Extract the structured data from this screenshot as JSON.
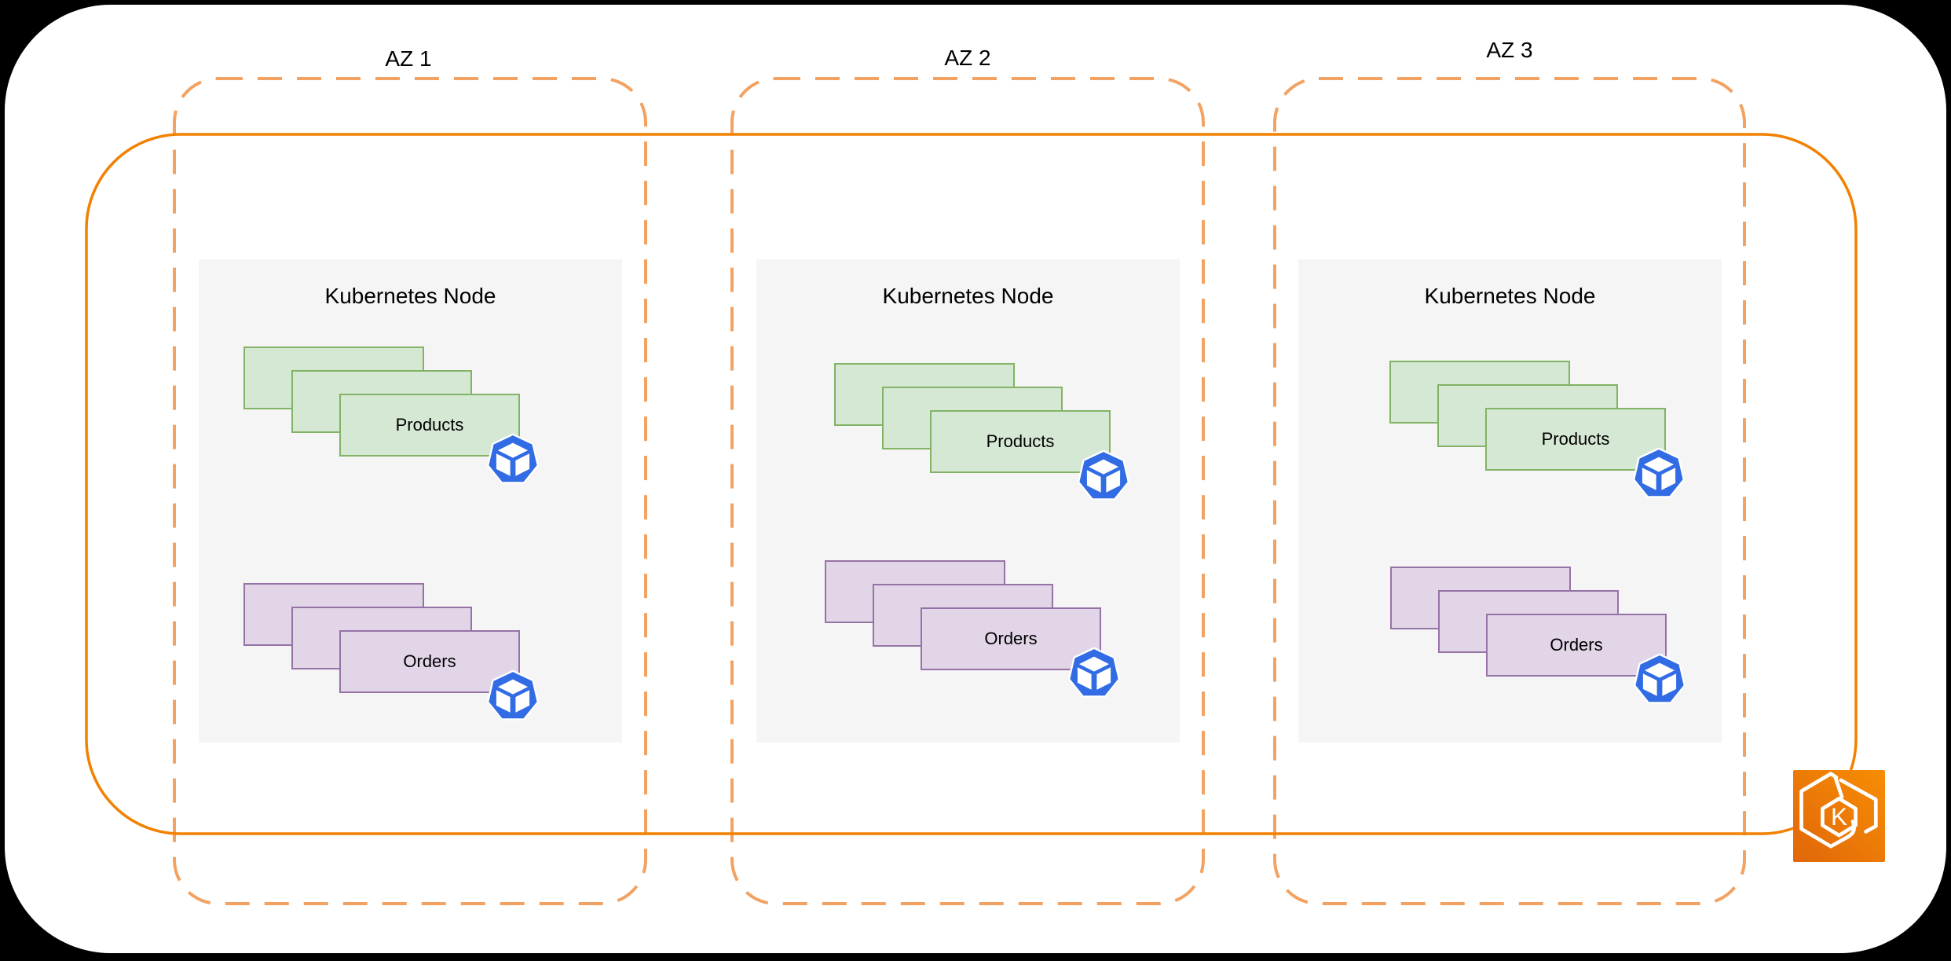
{
  "diagram_type": "kubernetes-multi-az-architecture",
  "availability_zones": [
    {
      "label": "AZ 1",
      "node": {
        "title": "Kubernetes Node",
        "deployments": [
          {
            "name": "Products",
            "replicas_shown": 3,
            "color": "green"
          },
          {
            "name": "Orders",
            "replicas_shown": 3,
            "color": "purple"
          }
        ]
      }
    },
    {
      "label": "AZ 2",
      "node": {
        "title": "Kubernetes Node",
        "deployments": [
          {
            "name": "Products",
            "replicas_shown": 3,
            "color": "green"
          },
          {
            "name": "Orders",
            "replicas_shown": 3,
            "color": "purple"
          }
        ]
      }
    },
    {
      "label": "AZ 3",
      "node": {
        "title": "Kubernetes Node",
        "deployments": [
          {
            "name": "Products",
            "replicas_shown": 3,
            "color": "green"
          },
          {
            "name": "Orders",
            "replicas_shown": 3,
            "color": "purple"
          }
        ]
      }
    }
  ],
  "eks_badge": {
    "letter": "K"
  },
  "icons": {
    "pod_icon": "kubernetes-pod-heptagon-cube",
    "eks_icon": "amazon-eks-hexagon-k"
  },
  "colors": {
    "page_background": "#000000",
    "canvas_background": "#FFFFFF",
    "cluster_border_solid": "#F28100",
    "az_border_dashed": "#F2A262",
    "node_fill": "#F5F5F5",
    "products_fill": "#D5E8D4",
    "products_border": "#82B366",
    "orders_fill": "#E1D5E7",
    "orders_border": "#9673A6",
    "pod_icon_blue": "#326CE5",
    "eks_gradient_start": "#E1660A",
    "eks_gradient_end": "#F78E04",
    "label_text": "#000000"
  }
}
